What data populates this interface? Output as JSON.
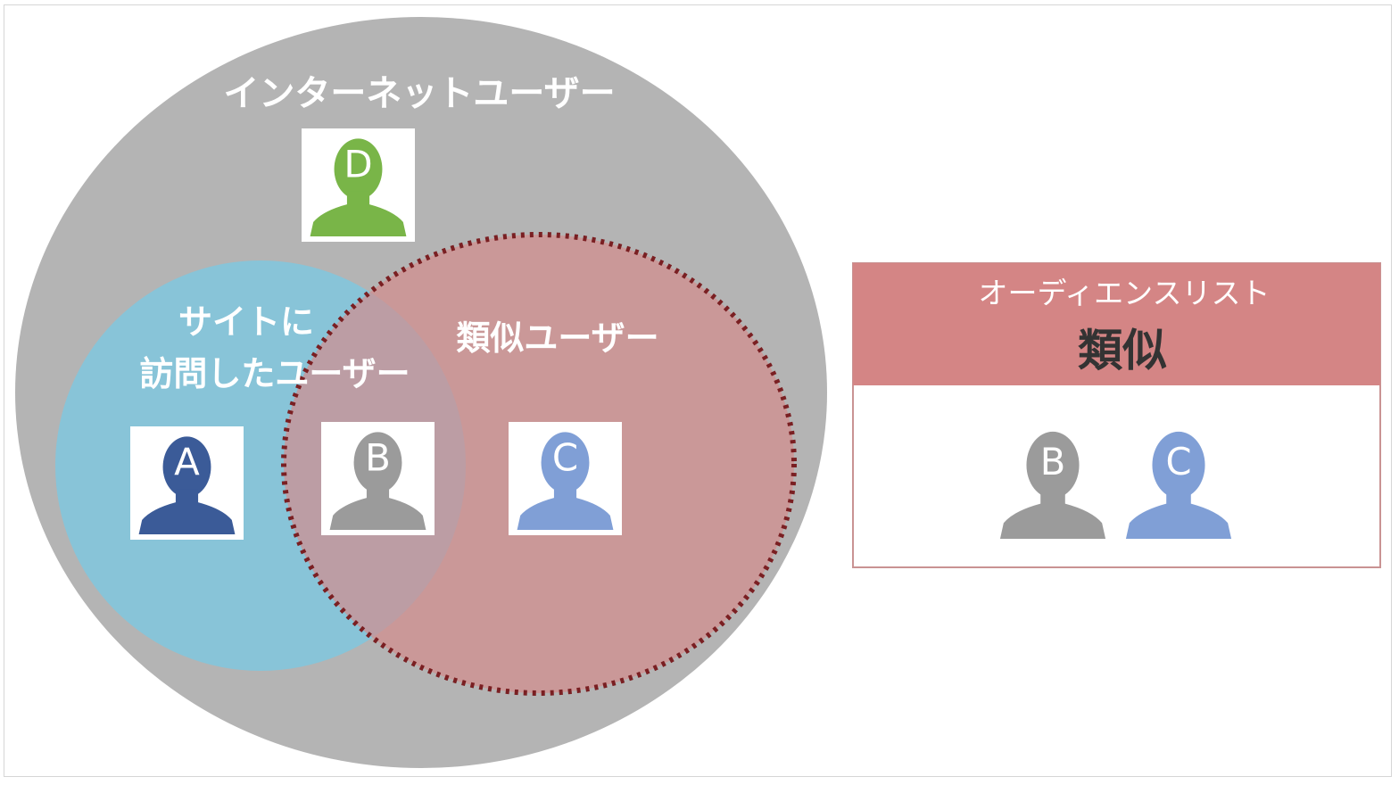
{
  "diagram": {
    "internet_users_label": "インターネットユーザー",
    "site_visitors_label_line1": "サイトに",
    "site_visitors_label_line2": "訪問したユーザー",
    "similar_users_label": "類似ユーザー",
    "users": [
      {
        "letter": "D",
        "color": "#79b548"
      },
      {
        "letter": "A",
        "color": "#3b5b98"
      },
      {
        "letter": "B",
        "color": "#9b9b9b"
      },
      {
        "letter": "C",
        "color": "#809fd6"
      }
    ]
  },
  "audience_list": {
    "title": "オーディエンスリスト",
    "name": "類似",
    "members": [
      {
        "letter": "B",
        "color": "#9b9b9b"
      },
      {
        "letter": "C",
        "color": "#809fd6"
      }
    ]
  }
}
